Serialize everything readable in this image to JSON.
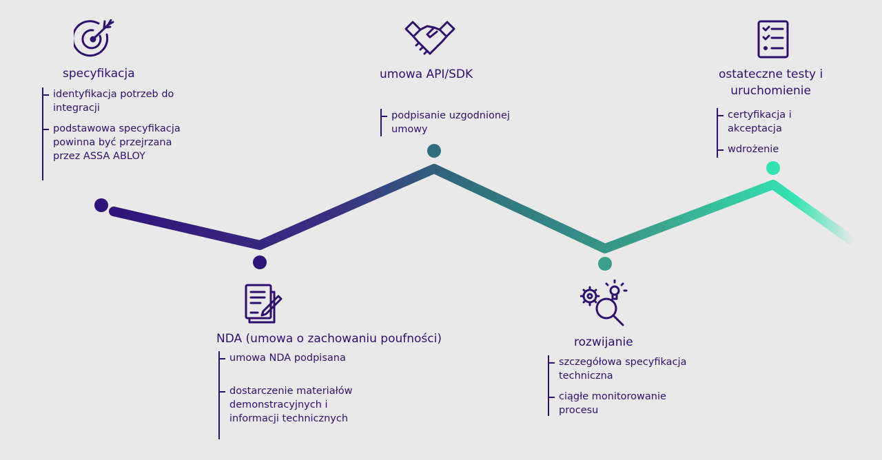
{
  "colors": {
    "text": "#2e0f6e",
    "line_start": "#2f157a",
    "line_mid1": "#3a2f82",
    "line_mid2": "#2f6e7d",
    "line_mid3": "#3aa08a",
    "line_end": "#34e3b1",
    "background": "#e9e9ea"
  },
  "stages": [
    {
      "id": "specyfikacja",
      "icon": "target-icon",
      "title_line1": "specyfikacja",
      "title_line2": "",
      "bullets": [
        {
          "line1": "identyfikacja potrzeb do",
          "line2": "integracji",
          "line3": ""
        },
        {
          "line1": "podstawowa specyfikacja",
          "line2": "powinna być przejrzana",
          "line3": "przez ASSA ABLOY"
        }
      ]
    },
    {
      "id": "nda",
      "icon": "document-pen-icon",
      "title_line1": "NDA (umowa o zachowaniu poufności)",
      "title_line2": "",
      "bullets": [
        {
          "line1": "umowa NDA podpisana",
          "line2": "",
          "line3": ""
        },
        {
          "line1": "dostarczenie materiałów",
          "line2": "demonstracyjnych i",
          "line3": "informacji technicznych"
        }
      ]
    },
    {
      "id": "umowa-api",
      "icon": "handshake-icon",
      "title_line1": "umowa API/SDK",
      "title_line2": "",
      "bullets": [
        {
          "line1": "podpisanie uzgodnionej",
          "line2": "umowy",
          "line3": ""
        }
      ]
    },
    {
      "id": "rozwijanie",
      "icon": "gears-magnifier-icon",
      "title_line1": "rozwijanie",
      "title_line2": "",
      "bullets": [
        {
          "line1": "szczegółowa specyfikacja",
          "line2": "techniczna",
          "line3": ""
        },
        {
          "line1": "ciągłe monitorowanie",
          "line2": "procesu",
          "line3": ""
        }
      ]
    },
    {
      "id": "ostateczne",
      "icon": "checklist-icon",
      "title_line1": "ostateczne testy i",
      "title_line2": "uruchomienie",
      "bullets": [
        {
          "line1": "certyfikacja i",
          "line2": "akceptacja",
          "line3": ""
        },
        {
          "line1": "wdrożenie",
          "line2": "",
          "line3": ""
        }
      ]
    }
  ]
}
